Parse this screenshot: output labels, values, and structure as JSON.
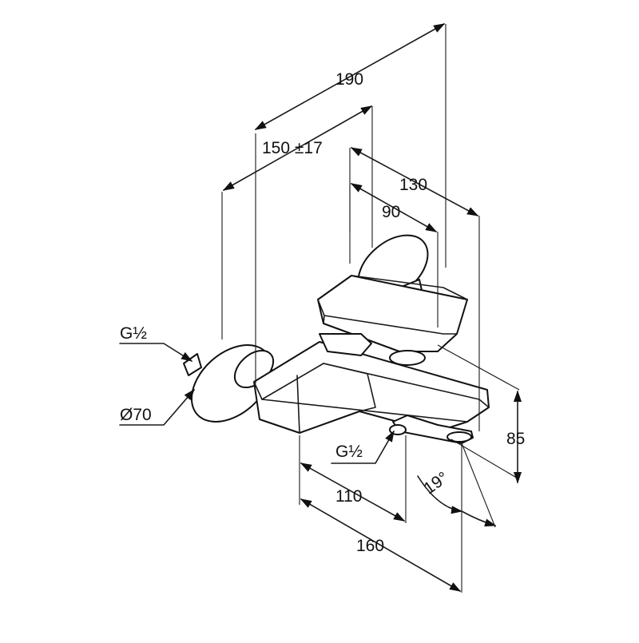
{
  "dimensions": {
    "width_total": "190",
    "width_adjust": "150 ±17",
    "depth_spout": "130",
    "depth_lever": "90",
    "height": "85",
    "spout_offset": "110",
    "spout_reach": "160",
    "angle": "19°"
  },
  "connections": {
    "inlet_thread": "G½",
    "rosette_diameter": "Ø70",
    "outlet_thread": "G½"
  }
}
